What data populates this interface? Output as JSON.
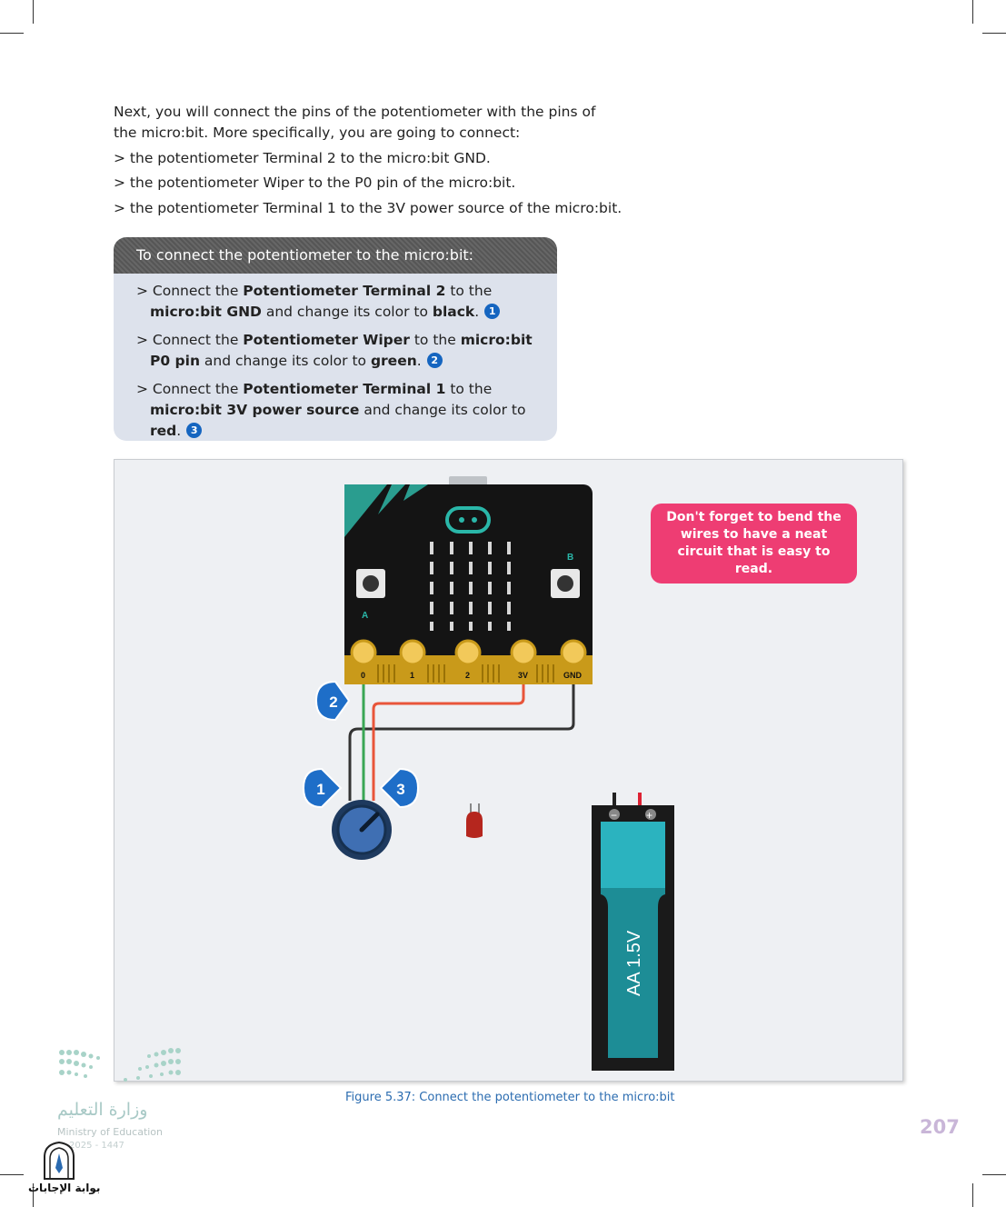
{
  "intro": {
    "line1": "Next, you will connect the pins of the potentiometer with the pins of the micro:bit. More specifically, you are going to connect:",
    "bullets": [
      "> the potentiometer Terminal 2 to the micro:bit GND.",
      "> the potentiometer Wiper to the P0 pin of the micro:bit.",
      "> the potentiometer Terminal 1 to the 3V power source of the micro:bit."
    ]
  },
  "box": {
    "title": "To connect the potentiometer to the micro:bit:",
    "steps": [
      {
        "p1": "> Connect the ",
        "b1": "Potentiometer Terminal 2",
        "p2": " to the ",
        "b2": "micro:bit GND",
        "p3": " and change its color to ",
        "b3": "black",
        "p4": ".",
        "num": "1"
      },
      {
        "p1": "> Connect the ",
        "b1": "Potentiometer Wiper",
        "p2": " to the ",
        "b2": "micro:bit P0 pin",
        "p3": " and change its color to ",
        "b3": "green",
        "p4": ".",
        "num": "2"
      },
      {
        "p1": "> Connect the ",
        "b1": "Potentiometer Terminal 1",
        "p2": " to the ",
        "b2": "micro:bit 3V power source",
        "p3": " and change its color to ",
        "b3": "red",
        "p4": ".",
        "num": "3"
      }
    ]
  },
  "figure": {
    "note": "Don't forget to bend the wires to have a neat circuit that is easy to read.",
    "pins": [
      "0",
      "1",
      "2",
      "3V",
      "GND"
    ],
    "button_a": "A",
    "button_b": "B",
    "markers": [
      "2",
      "1",
      "3"
    ],
    "battery_label": "AA 1.5V",
    "battery_minus": "−",
    "battery_plus": "+",
    "caption": "Figure 5.37: Connect the potentiometer to the micro:bit"
  },
  "colors": {
    "accent": "#1565c0",
    "note": "#ee3d73",
    "wire_red": "#e8553a",
    "wire_green": "#3aa655",
    "wire_black": "#333333",
    "battery": "#2bb3bf"
  },
  "footer": {
    "page_number": "207",
    "ministry_ar": "وزارة التعليم",
    "ministry_en": "Ministry of Education",
    "year": "2025 - 1447",
    "brand": "بوابة الإجابات"
  }
}
